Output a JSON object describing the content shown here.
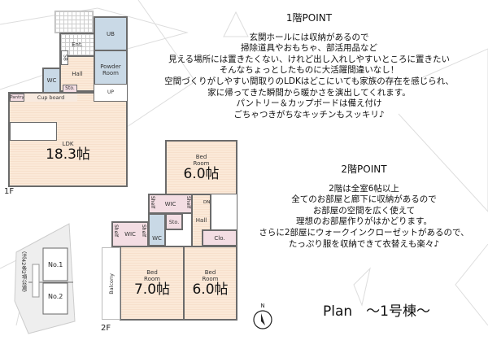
{
  "floor1": {
    "label": "1F",
    "rooms": {
      "ent": "Ent.",
      "ub": "UB",
      "powder": "Powder Room",
      "wc": "WC",
      "hall": "Hall",
      "sto": "Sto.",
      "sb": "SB",
      "up": "UP",
      "pantry": "Pantry",
      "cupboard": "Cup board",
      "ldk": "LDK",
      "ldk_size": "18.3帖"
    }
  },
  "floor2": {
    "label": "2F",
    "rooms": {
      "bed_top": "Bed Room",
      "bed_top_size": "6.0帖",
      "wic1": "WIC",
      "wic2": "WIC",
      "shelf": "Shelf",
      "sto": "Sto.",
      "wc": "WC",
      "hall": "Hall",
      "dn": "DN",
      "clo": "Clo.",
      "bed_left": "Bed Room",
      "bed_left_size": "7.0帖",
      "bed_right": "Bed Room",
      "bed_right_size": "6.0帖",
      "balcony": "Balcony"
    }
  },
  "site": {
    "lot1": "No.1",
    "lot2": "No.2",
    "road": "（法42条2項公道）"
  },
  "point1": {
    "title": "1階POINT",
    "lines": [
      "玄関ホールには収納があるので",
      "掃除道具やおもちゃ、部活用品など",
      "見える場所には置きたくない、けれど出し入れしやすいところに置きたい",
      "そんなちょっとしたものに大活躍間違いなし！",
      "空間づくりがしやすい間取りのLDKはどこにいても家族の存在を感じられ、",
      "家に帰ってきた瞬間から暖かさを演出してくれます。",
      "パントリー＆カップボードは備え付け",
      "ごちゃつきがちなキッチンもスッキリ♪"
    ]
  },
  "point2": {
    "title": "2階POINT",
    "lines": [
      "2階は全室6帖以上",
      "全てのお部屋と廊下に収納があるので",
      "お部屋の空間を広く使えて",
      "理想のお部屋作りがはかどります。",
      "さらに2部屋にウォークインクローゼットがあるので、",
      "たっぷり服を収納できて衣替えも楽々♪"
    ]
  },
  "plan_title": "Plan　～1号棟～",
  "compass": "N"
}
